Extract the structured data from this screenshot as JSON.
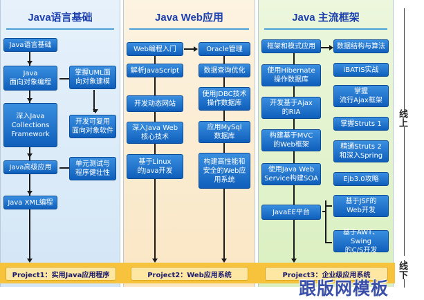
{
  "columns": {
    "a_title": "Java语言基础",
    "b_title": "Java Web应用",
    "c_title": "Java 主流框架"
  },
  "nodes": {
    "a1": "Java语言基础",
    "a2": "Java\n面向对象编程",
    "a3": "掌握UML面\n向对象建模",
    "a4": "深入Java\nCollections\nFramework",
    "a5": "开发可复用\n面向对象软件",
    "a6": "Java高级应用",
    "a7": "单元测试与\n程序健壮性",
    "a8": "Java XML编程",
    "b1": "Web编程入门",
    "b2": "Oracle管理",
    "b3": "解析JavaScript",
    "b4": "数据查询优化",
    "b5": "开发动态网站",
    "b6": "使用JDBC技术\n操作数据库",
    "b7": "深入Java Web\n核心技术",
    "b8": "应用MySql\n数据库",
    "b9": "基于Linux\n的Java开发",
    "b10": "构建高性能和\n安全的Web应\n用系统",
    "c1": "框架和模式应用",
    "c2": "数据结构与算法",
    "c3": "使用Hibernate\n操作数据库",
    "c4": "iBATIS实战",
    "c5": "开发基于Ajax\n的RIA",
    "c6": "掌握\n流行Ajax框架",
    "c7": "构建基于MVC\n的Web框架",
    "c8": "掌握Struts 1",
    "c9": "精通Struts 2\n和深入Spring",
    "c10": "使用Java Web\nService构建SOA",
    "c11": "Ejb3.0攻略",
    "c12": "JavaEE平台",
    "c13": "基于JSF的\nWeb开发",
    "c14": "基于AWT、Swing\n的C/S开发"
  },
  "projects": {
    "p1": "Project1：实用Java应用程序",
    "p2": "Project2：Web应用系统",
    "p3": "Project3：企业级应用系统"
  },
  "side": {
    "online": "线上",
    "offline": "线下"
  },
  "watermark": "跟版网模板",
  "colors": {
    "box_top": "#3a8fe0",
    "box_bottom": "#0f5fbb",
    "title": "#1b3fae",
    "project_band": "#f7c33d"
  }
}
